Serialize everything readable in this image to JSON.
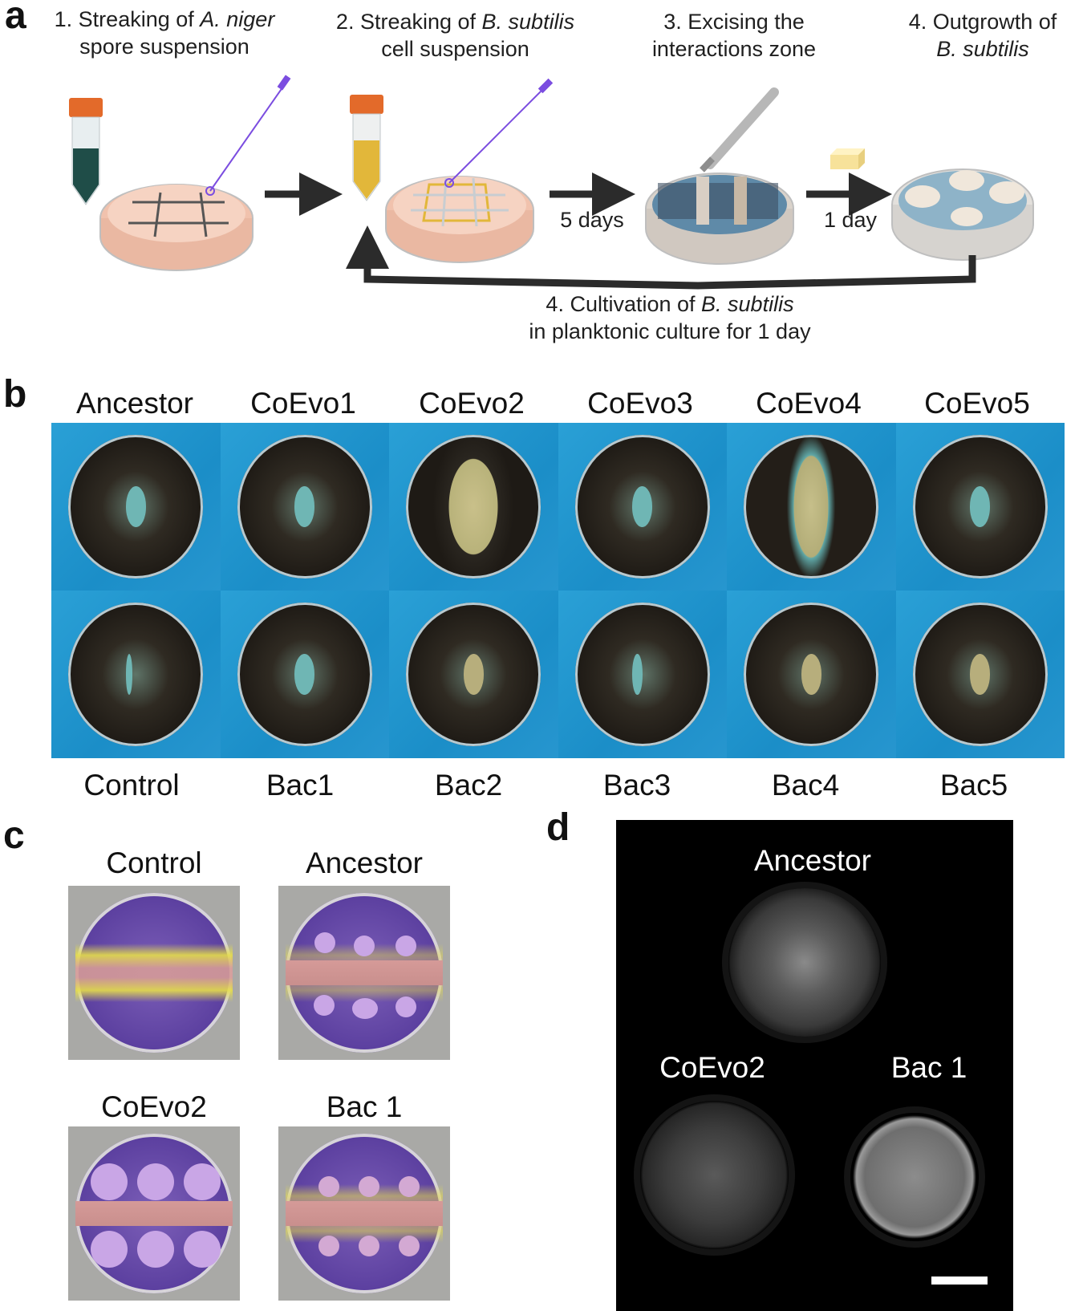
{
  "panels": {
    "a": {
      "letter": "a",
      "steps": [
        {
          "prefix": "1. Streaking of ",
          "species": "A. niger",
          "line2": "spore suspension"
        },
        {
          "prefix": "2. Streaking of ",
          "species": "B. subtilis",
          "line2": "cell suspension"
        },
        {
          "line1": "3. Excising  the",
          "line2": "interactions zone"
        },
        {
          "line1": "4. Outgrowth of",
          "species": "B. subtilis"
        }
      ],
      "arrow_labels": {
        "five_days": "5 days",
        "one_day": "1 day"
      },
      "cycle": {
        "prefix": "4. Cultivation of ",
        "species": "B. subtilis",
        "line2": "in planktonic culture for 1 day"
      }
    },
    "b": {
      "letter": "b",
      "top_labels": [
        "Ancestor",
        "CoEvo1",
        "CoEvo2",
        "CoEvo3",
        "CoEvo4",
        "CoEvo5"
      ],
      "bottom_labels": [
        "Control",
        "Bac1",
        "Bac2",
        "Bac3",
        "Bac4",
        "Bac5"
      ]
    },
    "c": {
      "letter": "c",
      "labels": [
        "Control",
        "Ancestor",
        "CoEvo2",
        "Bac 1"
      ]
    },
    "d": {
      "letter": "d",
      "labels": [
        "Ancestor",
        "CoEvo2",
        "Bac 1"
      ]
    }
  },
  "colors": {
    "accent_purple": "#7b4de0",
    "arrow": "#2b2b2b",
    "plate_b_background": "#1f93cc",
    "medium_peach": "#f2c9b3"
  }
}
